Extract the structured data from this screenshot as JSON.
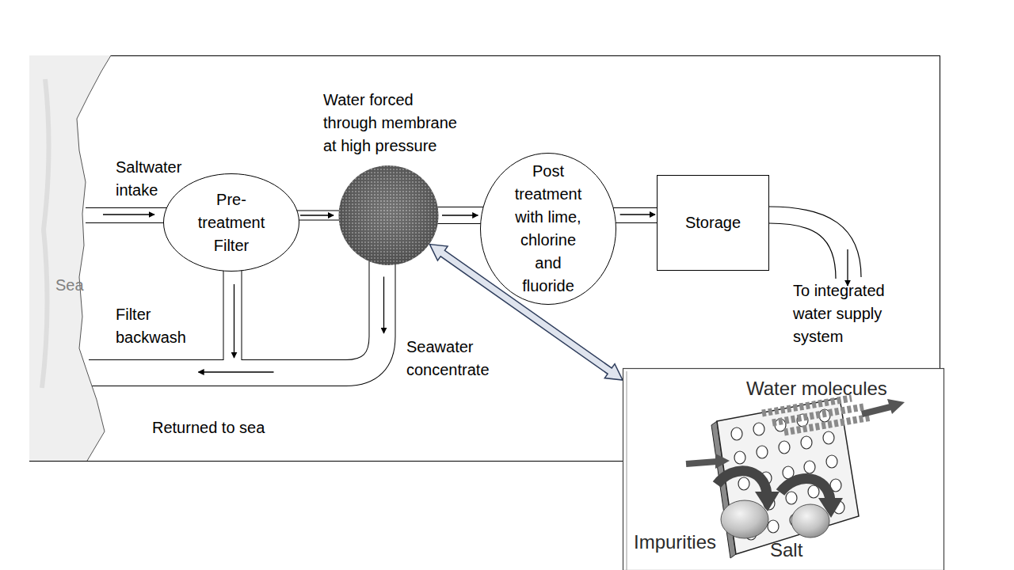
{
  "diagram": {
    "nodes": [
      {
        "text": [
          "Sea"
        ]
      },
      {
        "text": [
          "Pre- treatment Filter"
        ]
      },
      {
        "text": [
          "Water forced through membrane at high pressure"
        ]
      },
      {
        "text": [
          "Post treatment with lime, chlorine and fluoride"
        ]
      },
      {
        "text": [
          "Storage"
        ]
      },
      {
        "text": [
          "Water molecules",
          "Impurities",
          "Salt"
        ]
      }
    ],
    "edges": [
      {
        "from": 0,
        "to": 1,
        "arrow": "to",
        "label": "Saltwater intake"
      },
      {
        "from": 1,
        "to": 2,
        "arrow": "to"
      },
      {
        "from": 2,
        "to": 3,
        "arrow": "to"
      },
      {
        "from": 3,
        "to": 4,
        "arrow": "to"
      },
      {
        "from": 1,
        "to": 0,
        "arrow": "to",
        "label": "Filter backwash"
      },
      {
        "from": 2,
        "to": 0,
        "arrow": "to",
        "label": "Seawater concentrate"
      },
      {
        "from": 2,
        "to": 5,
        "arrow": "both"
      }
    ],
    "labels": [
      "Returned to sea",
      "To integrated water supply system"
    ]
  }
}
